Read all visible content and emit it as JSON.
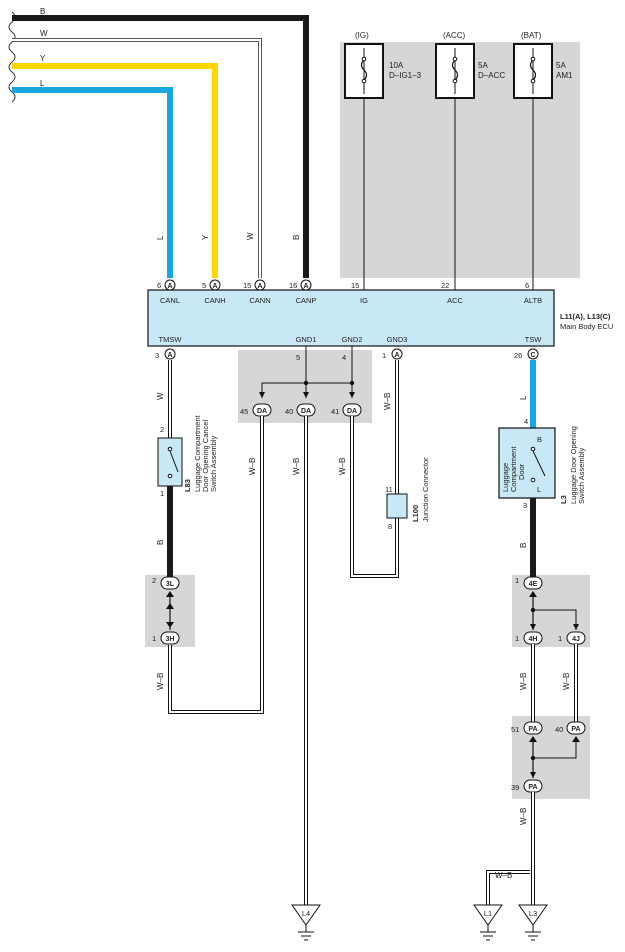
{
  "wire_colors": {
    "B": "#1a1a1a",
    "W": "#ffffff",
    "Y": "#ffd700",
    "L": "#1aa7e0",
    "WB": "#ffffff"
  },
  "top_wire_labels": [
    "B",
    "W",
    "Y",
    "L"
  ],
  "vertical_wire_labels": [
    "L",
    "Y",
    "W",
    "B"
  ],
  "fuses": [
    {
      "source": "(IG)",
      "rating": "10A",
      "name": "D–IG1–3"
    },
    {
      "source": "(ACC)",
      "rating": "5A",
      "name": "D–ACC"
    },
    {
      "source": "(BAT)",
      "rating": "5A",
      "name": "AM1"
    }
  ],
  "ecu": {
    "code": "L11(A), L13(C)",
    "name": "Main Body ECU",
    "top_pins": [
      {
        "pin": "6",
        "conn": "A",
        "label": "CANL"
      },
      {
        "pin": "5",
        "conn": "A",
        "label": "CANH"
      },
      {
        "pin": "15",
        "conn": "A",
        "label": "CANN"
      },
      {
        "pin": "16",
        "conn": "A",
        "label": "CANP"
      },
      {
        "pin": "15",
        "conn": "",
        "label": "IG"
      },
      {
        "pin": "22",
        "conn": "",
        "label": "ACC"
      },
      {
        "pin": "6",
        "conn": "",
        "label": "ALTB"
      }
    ],
    "bottom_pins": [
      {
        "pin": "3",
        "conn": "A",
        "label": "TMSW"
      },
      {
        "pin": "5",
        "conn": "",
        "label": "GND1"
      },
      {
        "pin": "4",
        "conn": "",
        "label": "GND2"
      },
      {
        "pin": "1",
        "conn": "A",
        "label": "GND3"
      },
      {
        "pin": "26",
        "conn": "C",
        "label": "TSW"
      }
    ]
  },
  "splices": {
    "da": [
      {
        "pin": "45",
        "id": "DA"
      },
      {
        "pin": "40",
        "id": "DA"
      },
      {
        "pin": "41",
        "id": "DA"
      }
    ],
    "l3": {
      "pin": "2",
      "id": "3L"
    },
    "h3": {
      "pin": "1",
      "id": "3H"
    },
    "e4": {
      "pin": "1",
      "id": "4E"
    },
    "h4": {
      "pin": "1",
      "id": "4H"
    },
    "j4": {
      "pin": "1",
      "id": "4J"
    },
    "pa": [
      {
        "pin": "51",
        "id": "PA"
      },
      {
        "pin": "40",
        "id": "PA"
      },
      {
        "pin": "39",
        "id": "PA"
      }
    ]
  },
  "switch_l83": {
    "code": "L83",
    "name_lines": [
      "Luggage Compartment",
      "Door Opening Cancel",
      "Switch Assembly"
    ],
    "pin_top": "2",
    "pin_bottom": "1"
  },
  "switch_l3": {
    "code": "L3",
    "name_lines": [
      "Luggage Door Opening",
      "Switch Assembly"
    ],
    "inner_lines": [
      "Luggage",
      "Compartment",
      "Door"
    ],
    "pin_top": "4",
    "pin_bottom": "3",
    "terminal_top": "B",
    "terminal_bottom": "L"
  },
  "junction_l100": {
    "code": "L100",
    "name": "Junction Connector",
    "pin_top": "11",
    "pin_bottom": "8"
  },
  "wire_labels": {
    "tmsw": "W",
    "l83_down": "B",
    "h3_down": "W–B",
    "da45": "W–B",
    "da40": "W–B",
    "da41": "W–B",
    "gnd3": "W–B",
    "tsw": "L",
    "l3_down": "B",
    "h4_down": "W–B",
    "j4_down": "W–B",
    "pa39_down": "W–B",
    "l1_branch": "W–B"
  },
  "grounds": [
    "L4",
    "L1",
    "L3"
  ]
}
